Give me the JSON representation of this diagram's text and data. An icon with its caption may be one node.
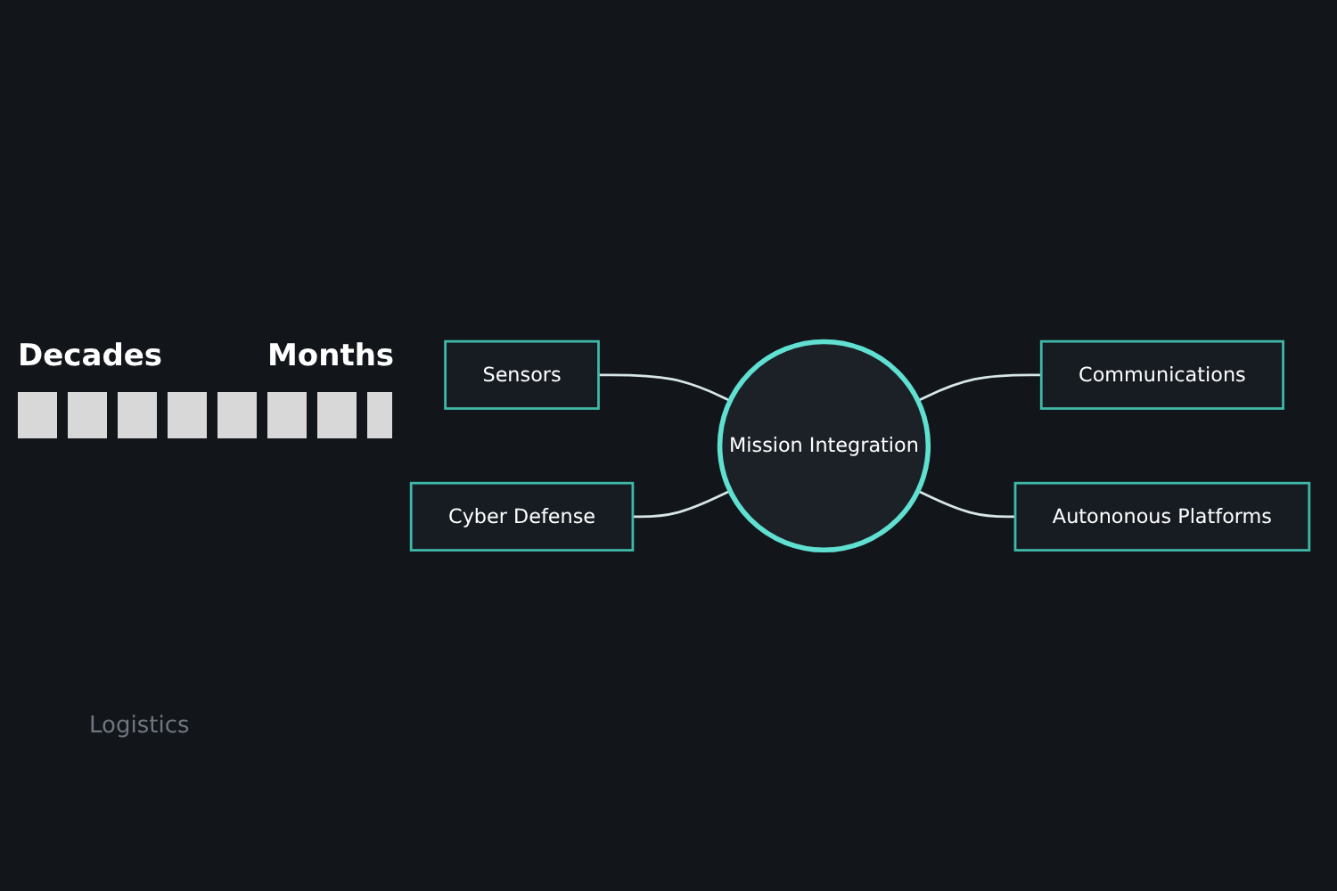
{
  "diagram": {
    "nodes": [
      {
        "text": [
          "Sensors"
        ]
      },
      {
        "text": [
          "Communications"
        ]
      },
      {
        "text": [
          "Mission Integration"
        ]
      },
      {
        "text": [
          "Cyber Defense"
        ]
      },
      {
        "text": [
          "Autononous Platforms"
        ]
      }
    ],
    "edges": [
      {
        "from": 0,
        "to": 2,
        "arrow": "none"
      },
      {
        "from": 2,
        "to": 1,
        "arrow": "none"
      },
      {
        "from": 3,
        "to": 2,
        "arrow": "none"
      },
      {
        "from": 2,
        "to": 4,
        "arrow": "none"
      }
    ],
    "labels": [
      "Decades",
      "Months",
      "Logistics"
    ]
  }
}
